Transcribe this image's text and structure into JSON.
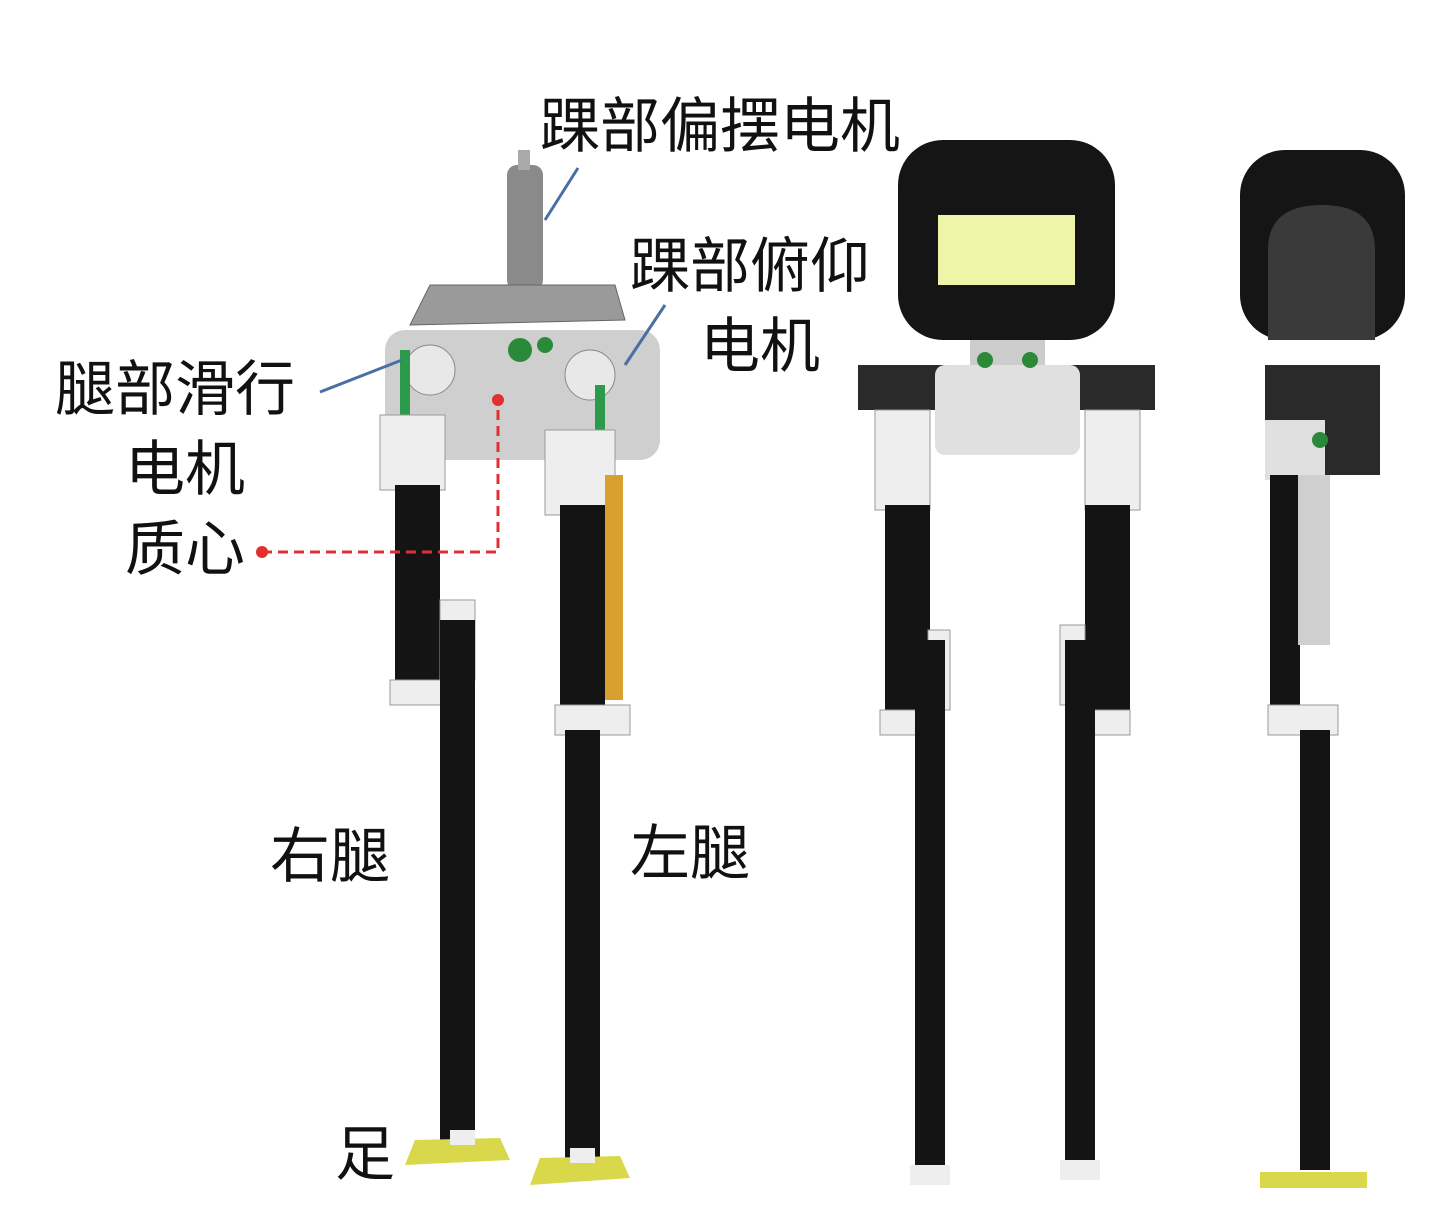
{
  "labels": {
    "ankle_yaw_motor": "踝部偏摆电机",
    "ankle_pitch_motor_line1": "踝部俯仰",
    "ankle_pitch_motor_line2": "电机",
    "leg_slide_motor_line1": "腿部滑行",
    "leg_slide_motor_line2": "电机",
    "center_of_mass": "质心",
    "right_leg": "右腿",
    "left_leg": "左腿",
    "foot": "足"
  },
  "colors": {
    "leader_line": "#4a6fa5",
    "com_marker": "#e03030",
    "leg_black": "#141414",
    "bracket_white": "#eeeeee",
    "foot_yellow": "#d8d84a",
    "screen_yellow": "#eef4a8",
    "rod_orange": "#d9a030"
  }
}
